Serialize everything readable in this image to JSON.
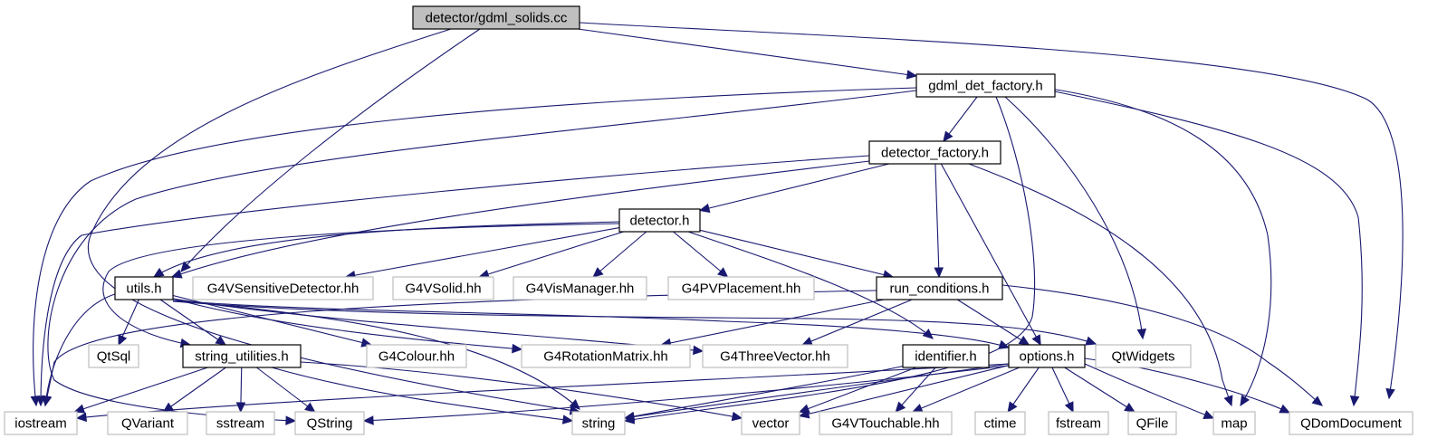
{
  "title": "",
  "nodes": [
    {
      "id": "root",
      "label": "detector/gdml_solids.cc",
      "kind": "root"
    },
    {
      "id": "gdml_det_factory",
      "label": "gdml_det_factory.h",
      "kind": "documented"
    },
    {
      "id": "detector_factory",
      "label": "detector_factory.h",
      "kind": "documented"
    },
    {
      "id": "detector",
      "label": "detector.h",
      "kind": "documented"
    },
    {
      "id": "utils",
      "label": "utils.h",
      "kind": "documented"
    },
    {
      "id": "G4VSensitiveDetector",
      "label": "G4VSensitiveDetector.hh",
      "kind": "external"
    },
    {
      "id": "G4VSolid",
      "label": "G4VSolid.hh",
      "kind": "external"
    },
    {
      "id": "G4VisManager",
      "label": "G4VisManager.hh",
      "kind": "external"
    },
    {
      "id": "G4PVPlacement",
      "label": "G4PVPlacement.hh",
      "kind": "external"
    },
    {
      "id": "run_conditions",
      "label": "run_conditions.h",
      "kind": "documented"
    },
    {
      "id": "QtSql",
      "label": "QtSql",
      "kind": "external"
    },
    {
      "id": "string_utilities",
      "label": "string_utilities.h",
      "kind": "documented"
    },
    {
      "id": "G4Colour",
      "label": "G4Colour.hh",
      "kind": "external"
    },
    {
      "id": "G4RotationMatrix",
      "label": "G4RotationMatrix.hh",
      "kind": "external"
    },
    {
      "id": "G4ThreeVector",
      "label": "G4ThreeVector.hh",
      "kind": "external"
    },
    {
      "id": "identifier",
      "label": "identifier.h",
      "kind": "documented"
    },
    {
      "id": "options",
      "label": "options.h",
      "kind": "documented"
    },
    {
      "id": "QtWidgets",
      "label": "QtWidgets",
      "kind": "external"
    },
    {
      "id": "iostream",
      "label": "iostream",
      "kind": "external"
    },
    {
      "id": "QVariant",
      "label": "QVariant",
      "kind": "external"
    },
    {
      "id": "sstream",
      "label": "sstream",
      "kind": "external"
    },
    {
      "id": "QString",
      "label": "QString",
      "kind": "external"
    },
    {
      "id": "string",
      "label": "string",
      "kind": "external"
    },
    {
      "id": "vector",
      "label": "vector",
      "kind": "external"
    },
    {
      "id": "G4VTouchable",
      "label": "G4VTouchable.hh",
      "kind": "external"
    },
    {
      "id": "ctime",
      "label": "ctime",
      "kind": "external"
    },
    {
      "id": "fstream",
      "label": "fstream",
      "kind": "external"
    },
    {
      "id": "QFile",
      "label": "QFile",
      "kind": "external"
    },
    {
      "id": "map",
      "label": "map",
      "kind": "external"
    },
    {
      "id": "QDomDocument",
      "label": "QDomDocument",
      "kind": "external"
    }
  ],
  "edges": [
    [
      "root",
      "gdml_det_factory"
    ],
    [
      "root",
      "QDomDocument"
    ],
    [
      "root",
      "utils"
    ],
    [
      "root",
      "string"
    ],
    [
      "gdml_det_factory",
      "detector_factory"
    ],
    [
      "gdml_det_factory",
      "QtWidgets"
    ],
    [
      "gdml_det_factory",
      "map"
    ],
    [
      "gdml_det_factory",
      "QDomDocument"
    ],
    [
      "gdml_det_factory",
      "string"
    ],
    [
      "gdml_det_factory",
      "iostream"
    ],
    [
      "gdml_det_factory",
      "QString"
    ],
    [
      "detector_factory",
      "detector"
    ],
    [
      "detector_factory",
      "utils"
    ],
    [
      "detector_factory",
      "run_conditions"
    ],
    [
      "detector_factory",
      "options"
    ],
    [
      "detector_factory",
      "map"
    ],
    [
      "detector_factory",
      "iostream"
    ],
    [
      "detector",
      "G4VSensitiveDetector"
    ],
    [
      "detector",
      "G4VSolid"
    ],
    [
      "detector",
      "G4VisManager"
    ],
    [
      "detector",
      "G4PVPlacement"
    ],
    [
      "detector",
      "run_conditions"
    ],
    [
      "detector",
      "identifier"
    ],
    [
      "detector",
      "utils"
    ],
    [
      "detector",
      "string_utilities"
    ],
    [
      "utils",
      "QtSql"
    ],
    [
      "utils",
      "string_utilities"
    ],
    [
      "utils",
      "G4Colour"
    ],
    [
      "utils",
      "G4RotationMatrix"
    ],
    [
      "utils",
      "G4ThreeVector"
    ],
    [
      "utils",
      "options"
    ],
    [
      "utils",
      "QtWidgets"
    ],
    [
      "utils",
      "iostream"
    ],
    [
      "utils",
      "string"
    ],
    [
      "run_conditions",
      "G4RotationMatrix"
    ],
    [
      "run_conditions",
      "G4ThreeVector"
    ],
    [
      "run_conditions",
      "options"
    ],
    [
      "run_conditions",
      "QDomDocument"
    ],
    [
      "run_conditions",
      "iostream"
    ],
    [
      "string_utilities",
      "iostream"
    ],
    [
      "string_utilities",
      "QVariant"
    ],
    [
      "string_utilities",
      "sstream"
    ],
    [
      "string_utilities",
      "QString"
    ],
    [
      "string_utilities",
      "string"
    ],
    [
      "string_utilities",
      "vector"
    ],
    [
      "identifier",
      "G4VTouchable"
    ],
    [
      "identifier",
      "vector"
    ],
    [
      "identifier",
      "string"
    ],
    [
      "options",
      "ctime"
    ],
    [
      "options",
      "fstream"
    ],
    [
      "options",
      "QFile"
    ],
    [
      "options",
      "map"
    ],
    [
      "options",
      "QDomDocument"
    ],
    [
      "options",
      "string"
    ],
    [
      "options",
      "vector"
    ],
    [
      "options",
      "iostream"
    ],
    [
      "options",
      "QString"
    ],
    [
      "options",
      "G4VTouchable"
    ]
  ]
}
